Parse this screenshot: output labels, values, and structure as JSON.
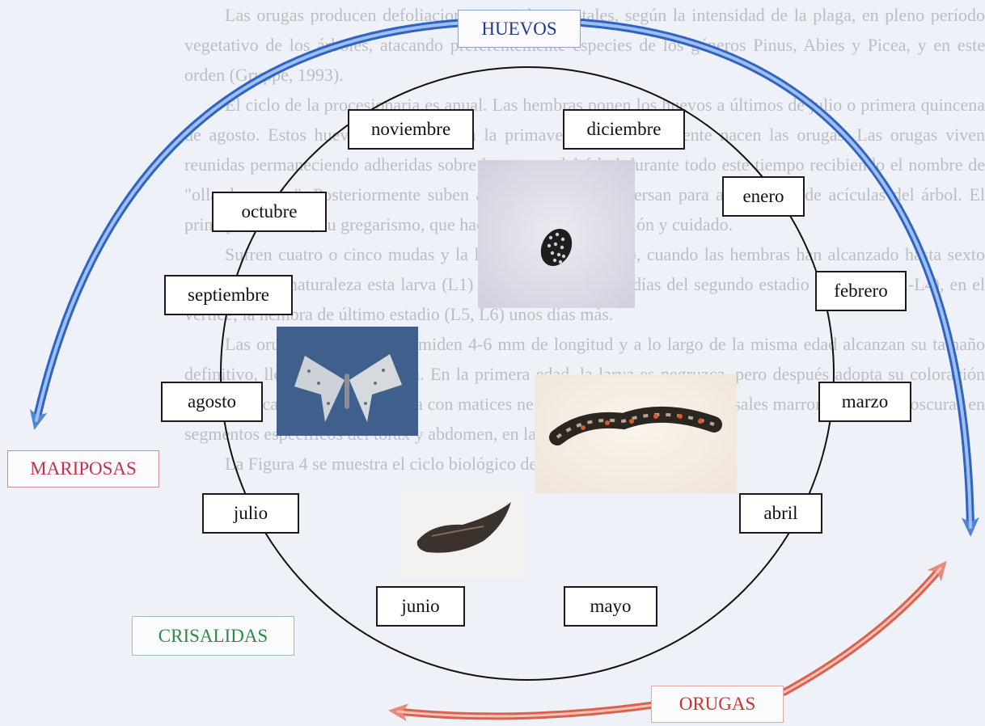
{
  "background_text": [
    "Las orugas producen defoliaciones parciales o totales, según la intensidad de la plaga, en pleno período vegetativo de los árboles, atacando preferentemente especies de los géneros Pinus, Abies y Picea, y en este orden (Gruppe, 1993).",
    "El ciclo de la procesionaria es anual. Las hembras ponen los huevos a últimos de julio o primera quincena de agosto. Estos huevos invernan y en la primavera del año siguiente nacen las orugas. Las orugas viven reunidas permaneciendo adheridas sobre la corteza del árbol durante todo este tiempo recibiendo el nombre de \"olla de espejo\". Posteriormente suben a las ramas y se dispersan para alimentarse de acículas del árbol. El principio invernal, su gregarismo, que hace más fácil su detección y cuidado.",
    "Sufren cuatro o cinco mudas y la larva tiene su máximo, cuando las hembras han alcanzado hasta sexto estadio. En la naturaleza esta larva (L1) tiene una muda de 4 días del segundo estadio del ciclo (L2-L4), en el vértice; la hembra de último estadio (L5, L6) unos días más.",
    "Las orugas recién nacidas miden 4-6 mm de longitud y a lo largo de la misma edad alcanzan su tamaño definitivo, llegando a 40-45 mm. En la primera edad, la larva es negruzca, pero después adopta su coloración característica amarillenta verdosa con matices negro pecho y unas estrías dorsales marrones anchas y oscuras en segmentos específicos del tórax y abdomen, en la parte dorsal.",
    "La Figura 4 se muestra el ciclo biológico de este insecto."
  ],
  "stages": {
    "eggs": "HUEVOS",
    "butterflies": "MARIPOSAS",
    "chrysalises": "CRISALIDAS",
    "caterpillars": "ORUGAS"
  },
  "months": {
    "nov": "noviembre",
    "dec": "diciembre",
    "oct": "octubre",
    "jan": "enero",
    "sep": "septiembre",
    "feb": "febrero",
    "aug": "agosto",
    "mar": "marzo",
    "jul": "julio",
    "apr": "abril",
    "jun": "junio",
    "may": "mayo"
  },
  "colors": {
    "eggs_arrow": "#4f86d6",
    "caterpillars_arrow": "#e8877a",
    "butterflies_label": "#c0334a",
    "chrysalises_label": "#2e8a4a",
    "eggs_label": "#1f3a8a",
    "caterpillars_label": "#d0302a"
  }
}
